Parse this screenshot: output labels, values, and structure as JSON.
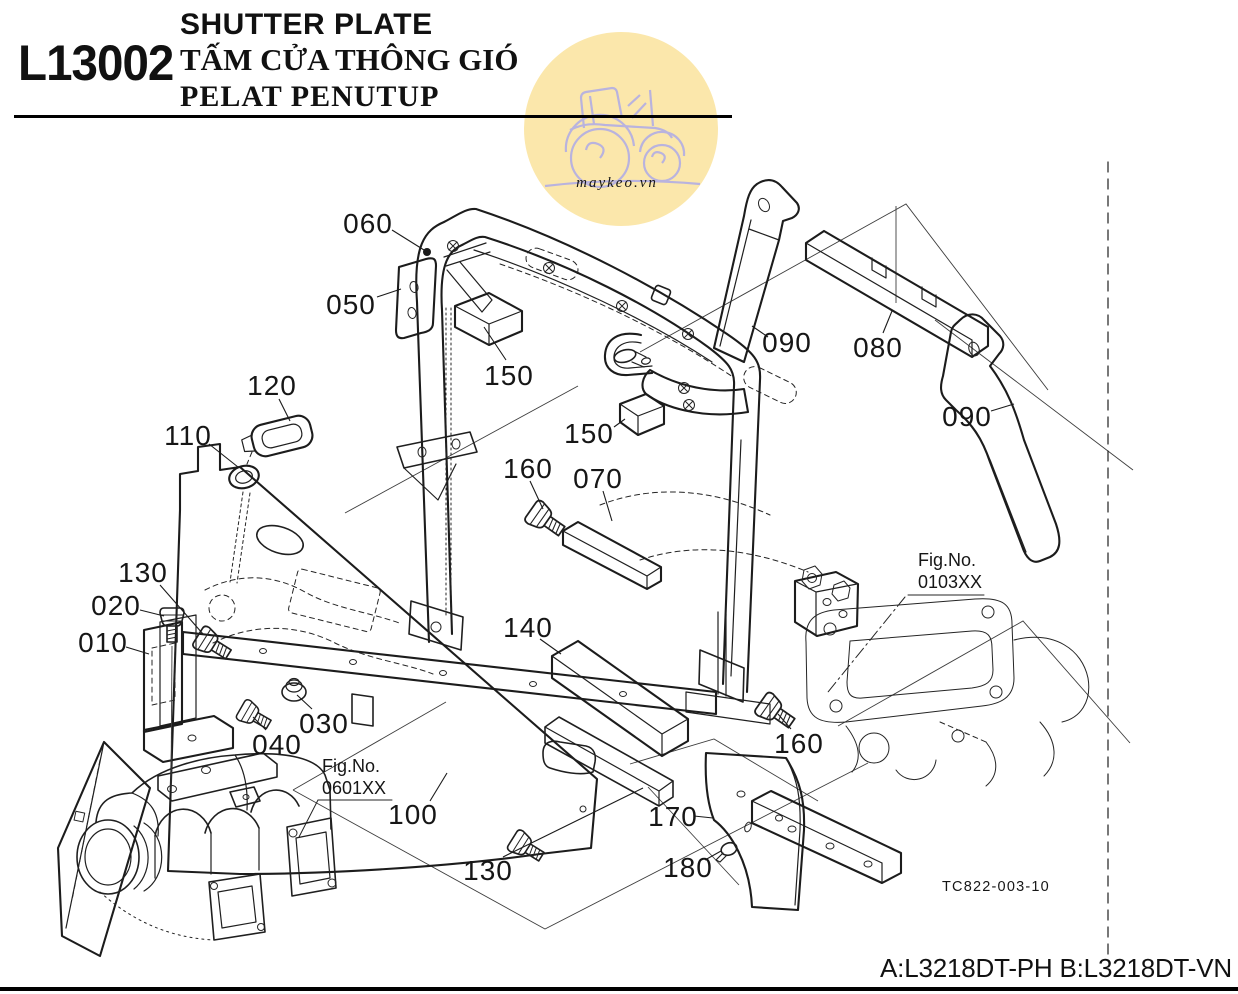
{
  "header": {
    "code": "L13002",
    "title_en": "SHUTTER PLATE",
    "title_vi": "TẤM CỬA THÔNG GIÓ",
    "title_id": "PELAT PENUTUP"
  },
  "watermark": {
    "text": "maykeo.vn",
    "circle_color": "#fbe7ab",
    "line_color": "#b9b3de"
  },
  "callouts": [
    {
      "ref": "060"
    },
    {
      "ref": "050"
    },
    {
      "ref": "150"
    },
    {
      "ref": "150"
    },
    {
      "ref": "160"
    },
    {
      "ref": "070"
    },
    {
      "ref": "090"
    },
    {
      "ref": "080"
    },
    {
      "ref": "090"
    },
    {
      "ref": "120"
    },
    {
      "ref": "110"
    },
    {
      "ref": "130"
    },
    {
      "ref": "020"
    },
    {
      "ref": "010"
    },
    {
      "ref": "030"
    },
    {
      "ref": "040"
    },
    {
      "ref": "140"
    },
    {
      "ref": "160"
    },
    {
      "ref": "100"
    },
    {
      "ref": "130"
    },
    {
      "ref": "170"
    },
    {
      "ref": "180"
    }
  ],
  "fig_refs": [
    {
      "label": "Fig.No.",
      "number": "0103XX"
    },
    {
      "label": "Fig.No.",
      "number": "0601XX"
    }
  ],
  "drawing_code": "TC822-003-10",
  "footer": {
    "models": "A:L3218DT-PH B:L3218DT-VN"
  }
}
